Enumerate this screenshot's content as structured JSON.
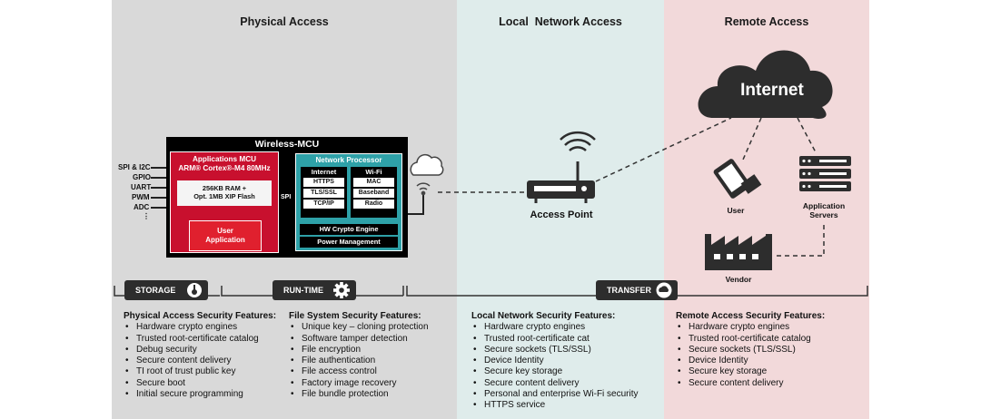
{
  "zones": {
    "physical": {
      "title": "Physical Access",
      "color": "#d9d9d9"
    },
    "local": {
      "title": "Local  Network Access",
      "color": "#dfeceb"
    },
    "remote": {
      "title": "Remote Access",
      "color": "#f2d9da"
    }
  },
  "mcu": {
    "title": "Wireless-MCU",
    "app_mcu_line1": "Applications MCU",
    "app_mcu_line2": "ARM® Cortex®-M4 80MHz",
    "ram_line1": "256KB RAM +",
    "ram_line2": "Opt. 1MB XIP Flash",
    "user_app_line1": "User",
    "user_app_line2": "Application",
    "spi": "SPI",
    "network_processor": {
      "title": "Network Processor",
      "internet": {
        "header": "Internet",
        "cells": [
          "HTTPS",
          "TLS/SSL",
          "TCP/IP"
        ]
      },
      "wifi": {
        "header": "Wi-Fi",
        "cells": [
          "MAC",
          "Baseband",
          "Radio"
        ]
      },
      "crypto": "HW Crypto Engine",
      "power": "Power Management"
    }
  },
  "pins": [
    "SPI & I2C",
    "GPIO",
    "UART",
    "PWM",
    "ADC",
    "⋮"
  ],
  "nodes": {
    "access_point": "Access Point",
    "internet": "Internet",
    "user": "User",
    "app_servers_line1": "Application",
    "app_servers_line2": "Servers",
    "vendor": "Vendor"
  },
  "pills": {
    "storage": "STORAGE",
    "runtime": "RUN-TIME",
    "transfer": "TRANSFER"
  },
  "features": {
    "physical": {
      "heading": "Physical Access Security Features:",
      "items": [
        "Hardware crypto engines",
        "Trusted root-certificate catalog",
        "Debug security",
        "Secure content delivery",
        "TI root of trust public key",
        "Secure boot",
        "Initial secure programming"
      ]
    },
    "filesystem": {
      "heading": "File System Security Features:",
      "items": [
        "Unique key – cloning protection",
        "Software tamper detection",
        "File encryption",
        "File authentication",
        "File access control",
        "Factory image recovery",
        "File bundle protection"
      ]
    },
    "local": {
      "heading": "Local Network Security Features:",
      "items": [
        "Hardware crypto engines",
        "Trusted root-certificate cat",
        "Secure sockets (TLS/SSL)",
        "Device Identity",
        "Secure key storage",
        "Secure content delivery",
        "Personal and enterprise Wi-Fi security",
        "HTTPS service"
      ]
    },
    "remote": {
      "heading": "Remote Access Security Features:",
      "items": [
        "Hardware crypto engines",
        "Trusted root-certificate catalog",
        "Secure sockets (TLS/SSL)",
        "Device Identity",
        "Secure key storage",
        "Secure content delivery"
      ]
    }
  }
}
